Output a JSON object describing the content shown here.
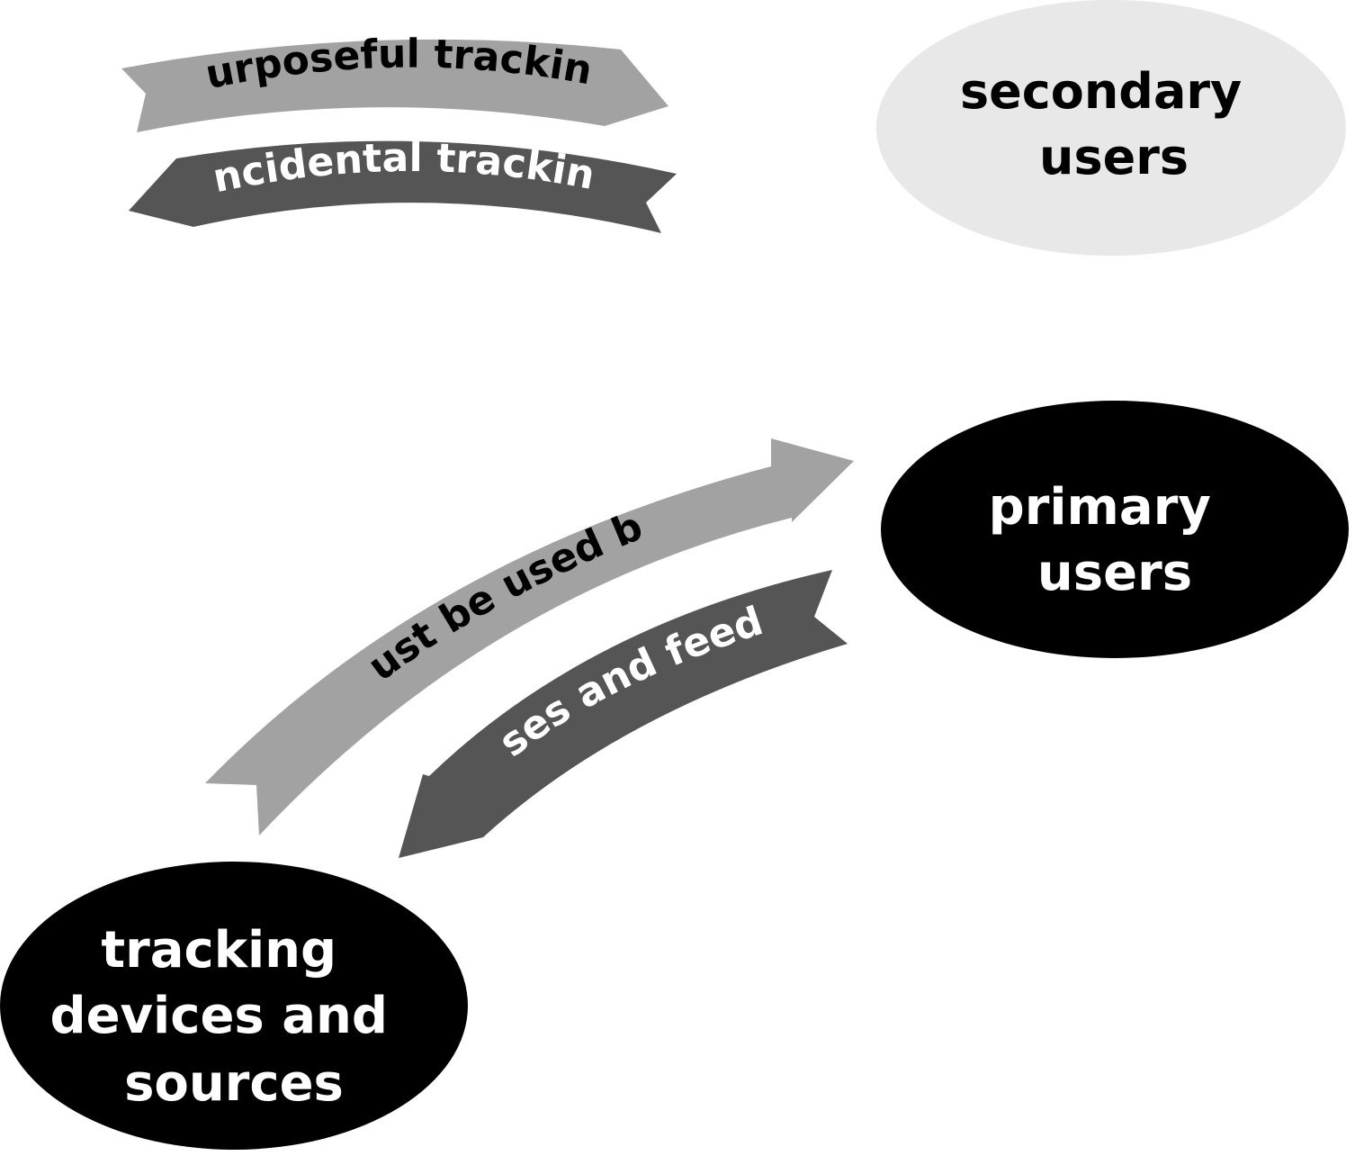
{
  "colors": {
    "background": "#ffffff",
    "light_arrow": "#a2a2a2",
    "dark_arrow": "#555555",
    "secondary_node_fill": "#e8e8e8",
    "primary_node_fill": "#000000",
    "text_dark": "#000000",
    "text_light": "#ffffff"
  },
  "legend": {
    "purposeful": {
      "label": "purposeful tracking",
      "direction": "right"
    },
    "incidental": {
      "label": "incidental tracking",
      "direction": "left"
    }
  },
  "nodes": {
    "secondary_users": {
      "line1": "secondary",
      "line2": "users"
    },
    "primary_users": {
      "line1": "primary",
      "line2": "users"
    },
    "tracking_sources": {
      "line1": "tracking",
      "line2": "devices and",
      "line3": "sources"
    }
  },
  "edges": {
    "must_be_used_by": {
      "label": "must be used by",
      "from": "tracking devices and sources",
      "to": "primary users",
      "style": "purposeful"
    },
    "uses_and_feeds": {
      "label": "uses and feeds",
      "from": "primary users",
      "to": "tracking devices and sources",
      "style": "incidental"
    }
  }
}
